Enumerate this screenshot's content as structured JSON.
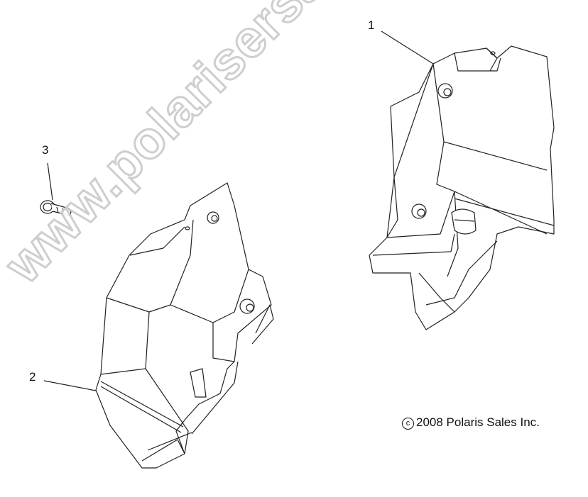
{
  "diagram": {
    "type": "exploded-parts-diagram",
    "callouts": [
      {
        "id": "1",
        "label": "1",
        "part": "right-side-bracket-housing"
      },
      {
        "id": "2",
        "label": "2",
        "part": "left-side-bracket-housing"
      },
      {
        "id": "3",
        "label": "3",
        "part": "bolt"
      }
    ],
    "copyright": {
      "symbol": "c",
      "text": "2008 Polaris Sales Inc."
    },
    "watermark": "www.polarisersatzteile.de",
    "colors": {
      "background": "#ffffff",
      "line": "#222222",
      "watermark": "#c9c9c9"
    }
  }
}
